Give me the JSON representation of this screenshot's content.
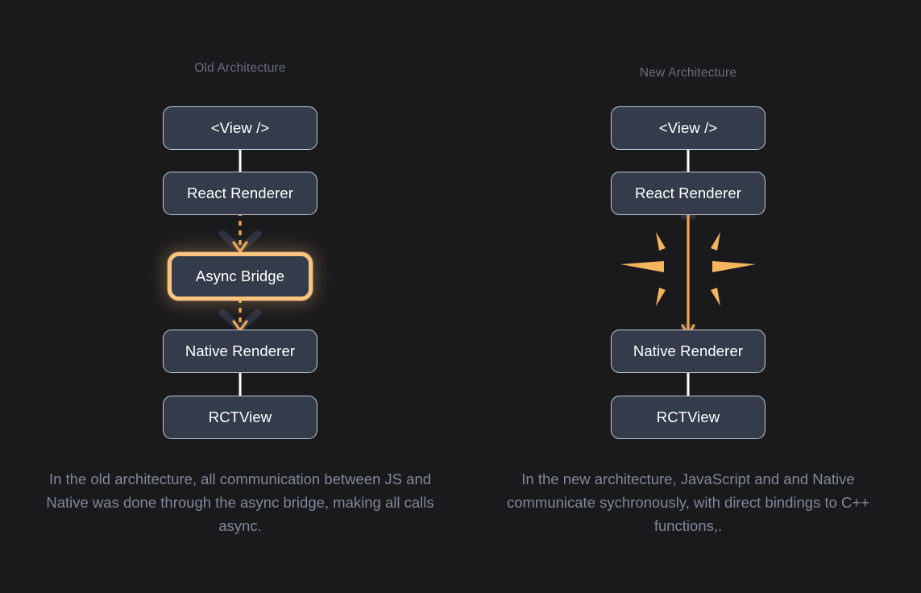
{
  "theme": {
    "background": "#1a1a1d",
    "node_fill": "#343b4a",
    "node_border": "#c3c8d4",
    "node_text": "#ffffff",
    "accent_orange": "#f8c47e",
    "accent_orange_solid": "#f0a54a",
    "title_text": "#686e7e",
    "caption_text": "#7f8799",
    "connector": "#ffffff",
    "chevron_dark": "#2b3040"
  },
  "columns": {
    "old": {
      "title": "Old Architecture",
      "nodes": {
        "view": "<View />",
        "react_renderer": "React Renderer",
        "bridge": "Async Bridge",
        "native_renderer": "Native Renderer",
        "rct_view": "RCTView"
      },
      "caption": "In the old architecture, all communication between JS and Native was done through the async bridge, making all calls async."
    },
    "new": {
      "title": "New Architecture",
      "nodes": {
        "view": "<View />",
        "react_renderer": "React Renderer",
        "native_renderer": "Native Renderer",
        "rct_view": "RCTView"
      },
      "caption": "In the new architecture, JavaScript and and Native communicate sychronously, with direct bindings to C++ functions,."
    }
  }
}
